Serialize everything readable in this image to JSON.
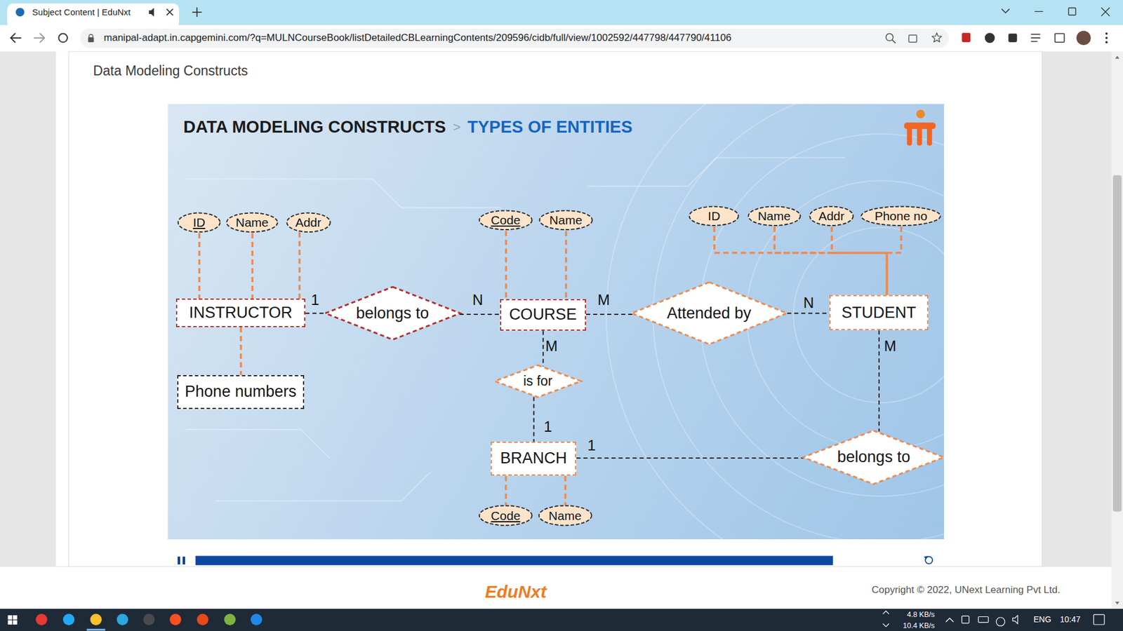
{
  "diagram": {
    "title": "DATA MODELING CONSTRUCTS",
    "nodes": [
      {
        "text": [
          "ID"
        ]
      },
      {
        "text": [
          "Name"
        ]
      },
      {
        "text": [
          "Addr"
        ]
      },
      {
        "text": [
          "Code"
        ]
      },
      {
        "text": [
          "Name"
        ]
      },
      {
        "text": [
          "ID"
        ]
      },
      {
        "text": [
          "Name"
        ]
      },
      {
        "text": [
          "Addr"
        ]
      },
      {
        "text": [
          "Phone no"
        ]
      },
      {
        "text": [
          "INSTRUCTOR"
        ]
      },
      {
        "text": [
          "belongs to"
        ]
      },
      {
        "text": [
          "COURSE"
        ]
      },
      {
        "text": [
          "Attended by"
        ]
      },
      {
        "text": [
          "STUDENT"
        ]
      },
      {
        "text": [
          "Phone numbers"
        ]
      },
      {
        "text": [
          "is for"
        ]
      },
      {
        "text": [
          "BRANCH"
        ]
      },
      {
        "text": [
          "belongs to"
        ]
      },
      {
        "text": [
          "Code"
        ]
      },
      {
        "text": [
          "Name"
        ]
      }
    ],
    "edges": [
      {
        "from": 0,
        "to": 9,
        "arrow": "none"
      },
      {
        "from": 1,
        "to": 9,
        "arrow": "none"
      },
      {
        "from": 2,
        "to": 9,
        "arrow": "none"
      },
      {
        "from": 3,
        "to": 11,
        "arrow": "none"
      },
      {
        "from": 4,
        "to": 11,
        "arrow": "none"
      },
      {
        "from": 5,
        "to": 13,
        "arrow": "none"
      },
      {
        "from": 6,
        "to": 13,
        "arrow": "none"
      },
      {
        "from": 7,
        "to": 13,
        "arrow": "none"
      },
      {
        "from": 8,
        "to": 13,
        "arrow": "none"
      },
      {
        "from": 9,
        "to": 10,
        "label": "1",
        "arrow": "none"
      },
      {
        "from": 10,
        "to": 11,
        "label": "N",
        "arrow": "none"
      },
      {
        "from": 11,
        "to": 12,
        "label": "M",
        "arrow": "none"
      },
      {
        "from": 12,
        "to": 13,
        "label": "N",
        "arrow": "none"
      },
      {
        "from": 9,
        "to": 14,
        "arrow": "none"
      },
      {
        "from": 11,
        "to": 15,
        "label": "M",
        "arrow": "none"
      },
      {
        "from": 15,
        "to": 16,
        "label": "1",
        "arrow": "none"
      },
      {
        "from": 16,
        "to": 17,
        "label": "1",
        "arrow": "none"
      },
      {
        "from": 13,
        "to": 17,
        "label": "M",
        "arrow": "none"
      },
      {
        "from": 16,
        "to": 18,
        "arrow": "none"
      },
      {
        "from": 16,
        "to": 19,
        "arrow": "none"
      }
    ],
    "labels": [
      "Subject Content | EduNxt",
      "manipal-adapt.in.capgemini.com/?q=MULNCourseBook/listDetailedCBLearningContents/209596/cidb/full/view/1002592/447798/447790/41106",
      "Data Modeling Constructs",
      ">",
      "TYPES OF ENTITIES",
      "EduNxt",
      "Copyright © 2022, UNext Learning Pvt Ltd.",
      "4.8 KB/s",
      "10.4 KB/s",
      "ENG",
      "10:47"
    ]
  }
}
